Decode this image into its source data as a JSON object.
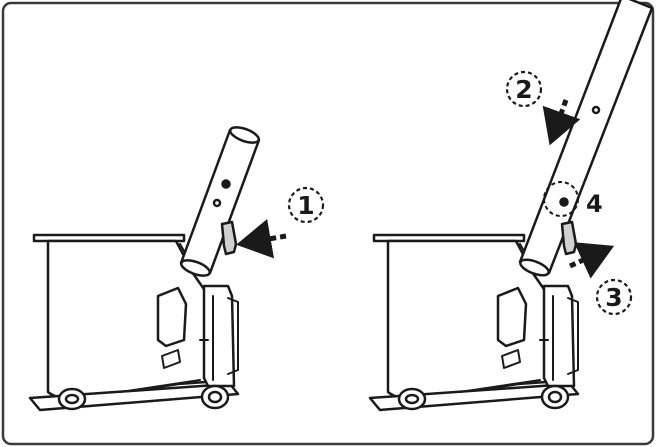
{
  "steps": [
    {
      "id": "step-1",
      "label": "1"
    },
    {
      "id": "step-2",
      "label": "2"
    },
    {
      "id": "step-3",
      "label": "3"
    }
  ],
  "callout": {
    "label": "4"
  },
  "colors": {
    "line": "#1a1a1a",
    "fill": "#ffffff",
    "border": "#3a3a3a"
  }
}
